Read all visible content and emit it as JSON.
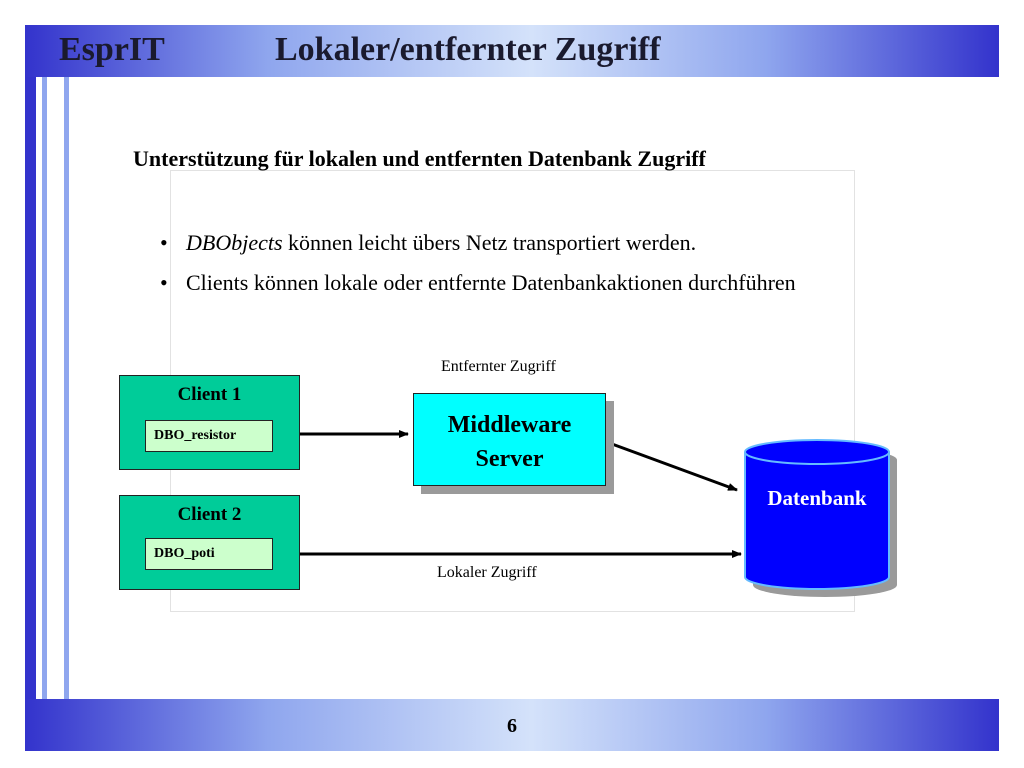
{
  "header": {
    "brand": "EsprIT",
    "title": "Lokaler/entfernter Zugriff"
  },
  "content": {
    "subtitle": "Unterstützung für lokalen und entfernten Datenbank Zugriff",
    "bullets": [
      {
        "marker": "•",
        "emphasis": "DBObjects",
        "rest": " können leicht übers Netz transportiert werden."
      },
      {
        "marker": "•",
        "emphasis": "",
        "rest": "Clients können lokale oder entfernte Datenbankaktionen durchführen"
      }
    ]
  },
  "diagram": {
    "client1": {
      "title": "Client 1",
      "object": "DBO_resistor"
    },
    "client2": {
      "title": "Client 2",
      "object": "DBO_poti"
    },
    "middleware": {
      "line1": "Middleware",
      "line2": "Server"
    },
    "database": {
      "label": "Datenbank"
    },
    "remote_label": "Entfernter Zugriff",
    "local_label": "Lokaler Zugriff",
    "colors": {
      "client": "#00cc99",
      "object": "#ccffcc",
      "middleware": "#00ffff",
      "database": "#0000ff"
    }
  },
  "footer": {
    "page_number": "6"
  }
}
